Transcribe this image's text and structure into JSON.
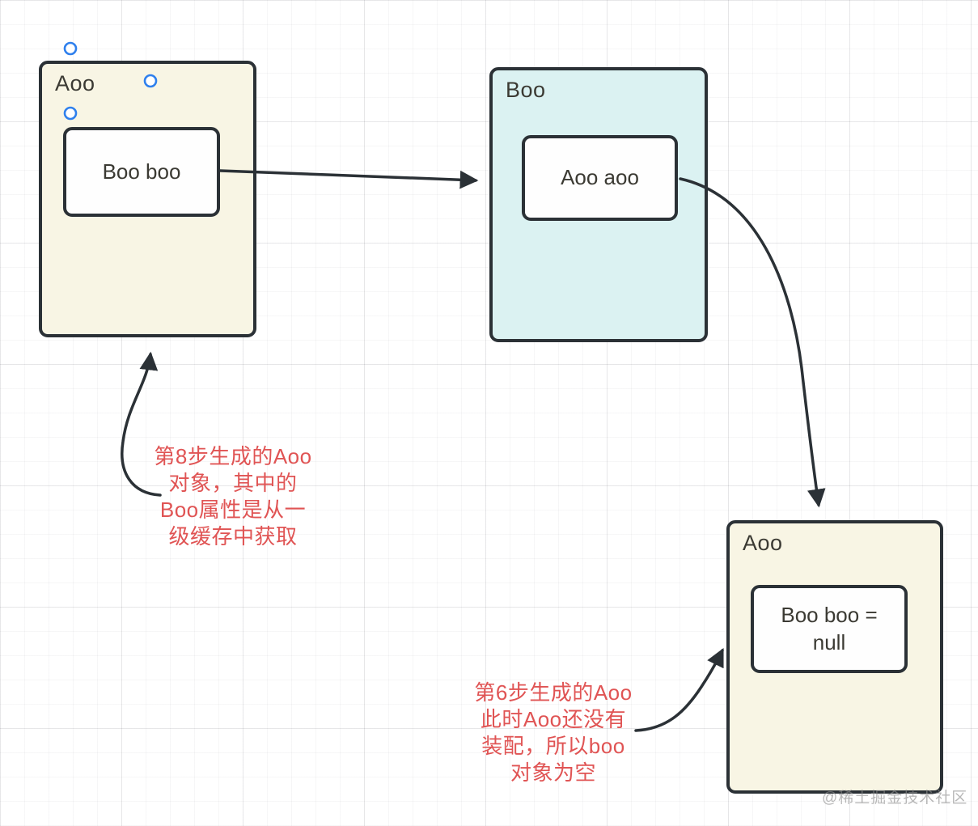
{
  "diagram": {
    "style": "hand-drawn-flow-diagram",
    "colors": {
      "stroke": "#2b3136",
      "container_cream_fill": "#f8f5e4",
      "container_cyan_fill": "#dbf2f2",
      "node_fill": "#fefefe",
      "label_text": "#3b3a33",
      "annotation_red": "#e05454",
      "handle_blue": "#2f80ed",
      "grid_line": "#ececec",
      "watermark_gray": "#8d8d8d"
    },
    "boxes": [
      {
        "label": "Aoo",
        "node": "Boo boo"
      },
      {
        "label": "Boo",
        "node": "Aoo aoo"
      },
      {
        "label": "Aoo",
        "node": "Boo boo = null"
      }
    ],
    "annotations": [
      {
        "text": "第8步生成的Aoo\n对象，其中的\nBoo属性是从一\n级缓存中获取"
      },
      {
        "text": "第6步生成的Aoo\n此时Aoo还没有\n装配，所以boo\n对象为空"
      }
    ],
    "watermark": "@稀土掘金技术社区"
  }
}
